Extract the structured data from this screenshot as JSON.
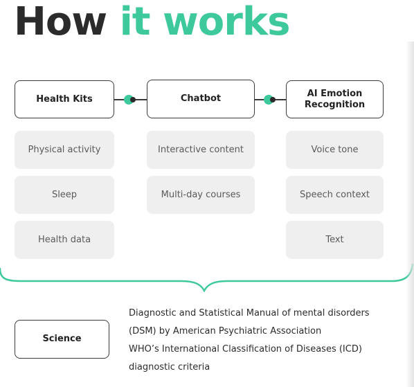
{
  "title": {
    "part1": "How",
    "part2": "it works"
  },
  "colors": {
    "accent": "#3ec99c",
    "dark": "#2b2b2b",
    "chip": "#efefef"
  },
  "columns": [
    {
      "heading": "Health Kits",
      "items": [
        "Physical activity",
        "Sleep",
        "Health data"
      ]
    },
    {
      "heading": "Chatbot",
      "items": [
        "Interactive content",
        "Multi-day courses"
      ]
    },
    {
      "heading": "AI Emotion Recognition",
      "items": [
        "Voice tone",
        "Speech context",
        "Text"
      ]
    }
  ],
  "science": {
    "label": "Science",
    "lines": [
      "Diagnostic and Statistical Manual of mental disorders",
      "(DSM) by American Psychiatric Association",
      "WHO’s International Classification of Diseases (ICD)",
      "diagnostic criteria"
    ]
  }
}
